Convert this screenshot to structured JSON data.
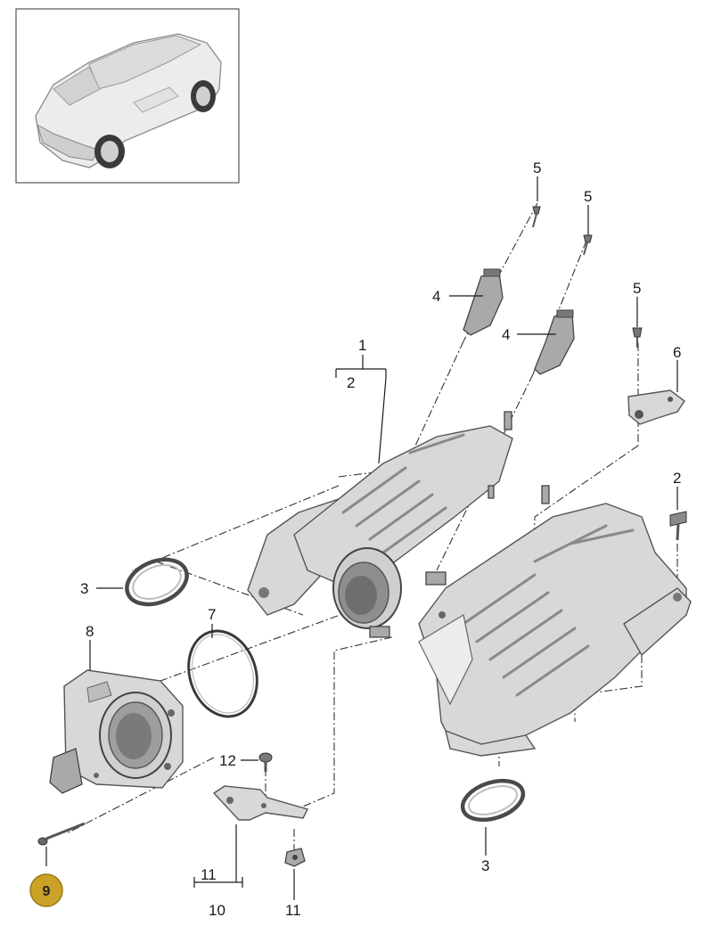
{
  "callouts": {
    "c1": "1",
    "c2_top": "2",
    "c2_right": "2",
    "c3_left": "3",
    "c3_bottom": "3",
    "c4_top": "4",
    "c4_mid": "4",
    "c5_a": "5",
    "c5_b": "5",
    "c5_c": "5",
    "c6": "6",
    "c7": "7",
    "c8": "8",
    "c9": "9",
    "c10": "10",
    "c11_group": "11",
    "c11_single": "11",
    "c12": "12"
  },
  "colors": {
    "highlight_badge": "#c9a227",
    "highlight_badge_border": "#9c7a12"
  },
  "icons": {
    "vehicle_thumbnail": "suv-vehicle-icon"
  }
}
